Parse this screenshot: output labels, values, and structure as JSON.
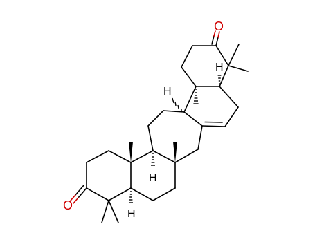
{
  "molecule": {
    "atoms": {
      "oxygen_top": "O",
      "oxygen_bottom": "O",
      "h_upper_right": "H",
      "h_upper_center": "H",
      "h_middle": "H",
      "h_lower": "H"
    },
    "colors": {
      "bond": "#000000",
      "oxygen": "#d00000"
    }
  }
}
